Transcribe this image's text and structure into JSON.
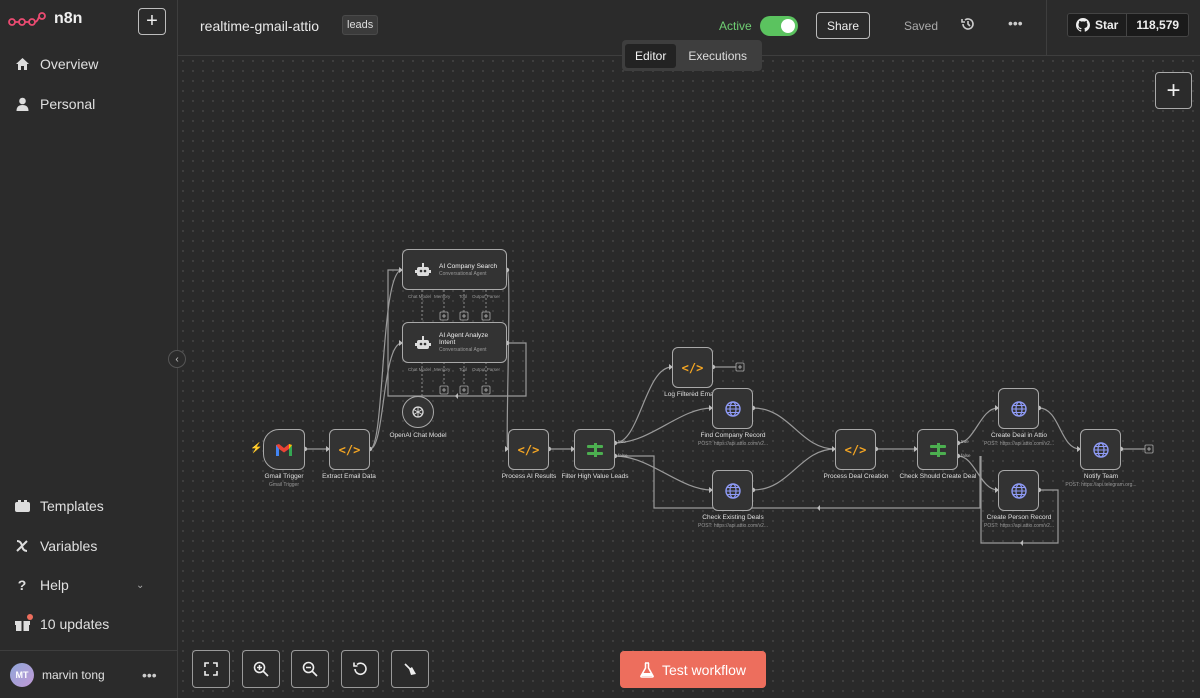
{
  "app": {
    "name": "n8n"
  },
  "sidebar": {
    "items": [
      {
        "label": "Overview",
        "icon": "home-icon"
      },
      {
        "label": "Personal",
        "icon": "user-icon"
      }
    ],
    "bottom_items": [
      {
        "label": "Templates",
        "icon": "templates-icon"
      },
      {
        "label": "Variables",
        "icon": "variables-icon"
      },
      {
        "label": "Help",
        "icon": "help-icon"
      },
      {
        "label": "10 updates",
        "icon": "gift-icon"
      }
    ],
    "user": {
      "initials": "MT",
      "name": "marvin tong"
    }
  },
  "header": {
    "workflow_name": "realtime-gmail-attio",
    "tag": "leads",
    "active_label": "Active",
    "active": true,
    "share_label": "Share",
    "saved_label": "Saved",
    "github": {
      "star_label": "Star",
      "count": "118,579"
    }
  },
  "tabs": [
    {
      "label": "Editor",
      "selected": true
    },
    {
      "label": "Executions",
      "selected": false
    }
  ],
  "nodes": {
    "gmail_trigger": {
      "title": "Gmail Trigger",
      "subtitle": "Gmail Trigger"
    },
    "extract_email": {
      "title": "Extract Email Data"
    },
    "ai_company_search": {
      "title": "AI Company Search",
      "subtitle": "Conversational Agent",
      "ports": [
        "Chat Model",
        "Memory",
        "Tool",
        "Output Parser"
      ]
    },
    "ai_agent_analyze": {
      "title": "AI Agent Analyze Intent",
      "subtitle": "Conversational Agent",
      "ports": [
        "Chat Model",
        "Memory",
        "Tool",
        "Output Parser"
      ]
    },
    "openai_model": {
      "title": "OpenAI Chat Model"
    },
    "process_ai": {
      "title": "Process AI Results"
    },
    "filter_high": {
      "title": "Filter High Value Leads",
      "branches": [
        "true",
        "false"
      ]
    },
    "log_filtered": {
      "title": "Log Filtered Emails"
    },
    "find_company": {
      "title": "Find Company Record",
      "subtitle": "POST: https://api.attio.com/v2..."
    },
    "check_deals": {
      "title": "Check Existing Deals",
      "subtitle": "POST: https://api.attio.com/v2..."
    },
    "process_deal": {
      "title": "Process Deal Creation"
    },
    "check_should": {
      "title": "Check Should Create Deal",
      "branches": [
        "true",
        "false"
      ]
    },
    "create_deal": {
      "title": "Create Deal in Attio",
      "subtitle": "POST: https://api.attio.com/v2..."
    },
    "create_person": {
      "title": "Create Person Record",
      "subtitle": "POST: https://api.attio.com/v2..."
    },
    "notify_team": {
      "title": "Notify Team",
      "subtitle": "POST: https://api.telegram.org..."
    }
  },
  "footer": {
    "test_label": "Test workflow"
  },
  "colors": {
    "accent": "#ed6e5d",
    "active": "#5bc35f",
    "code": "#f5a623",
    "filter": "#4caf50",
    "http": "#8f9bf7"
  }
}
